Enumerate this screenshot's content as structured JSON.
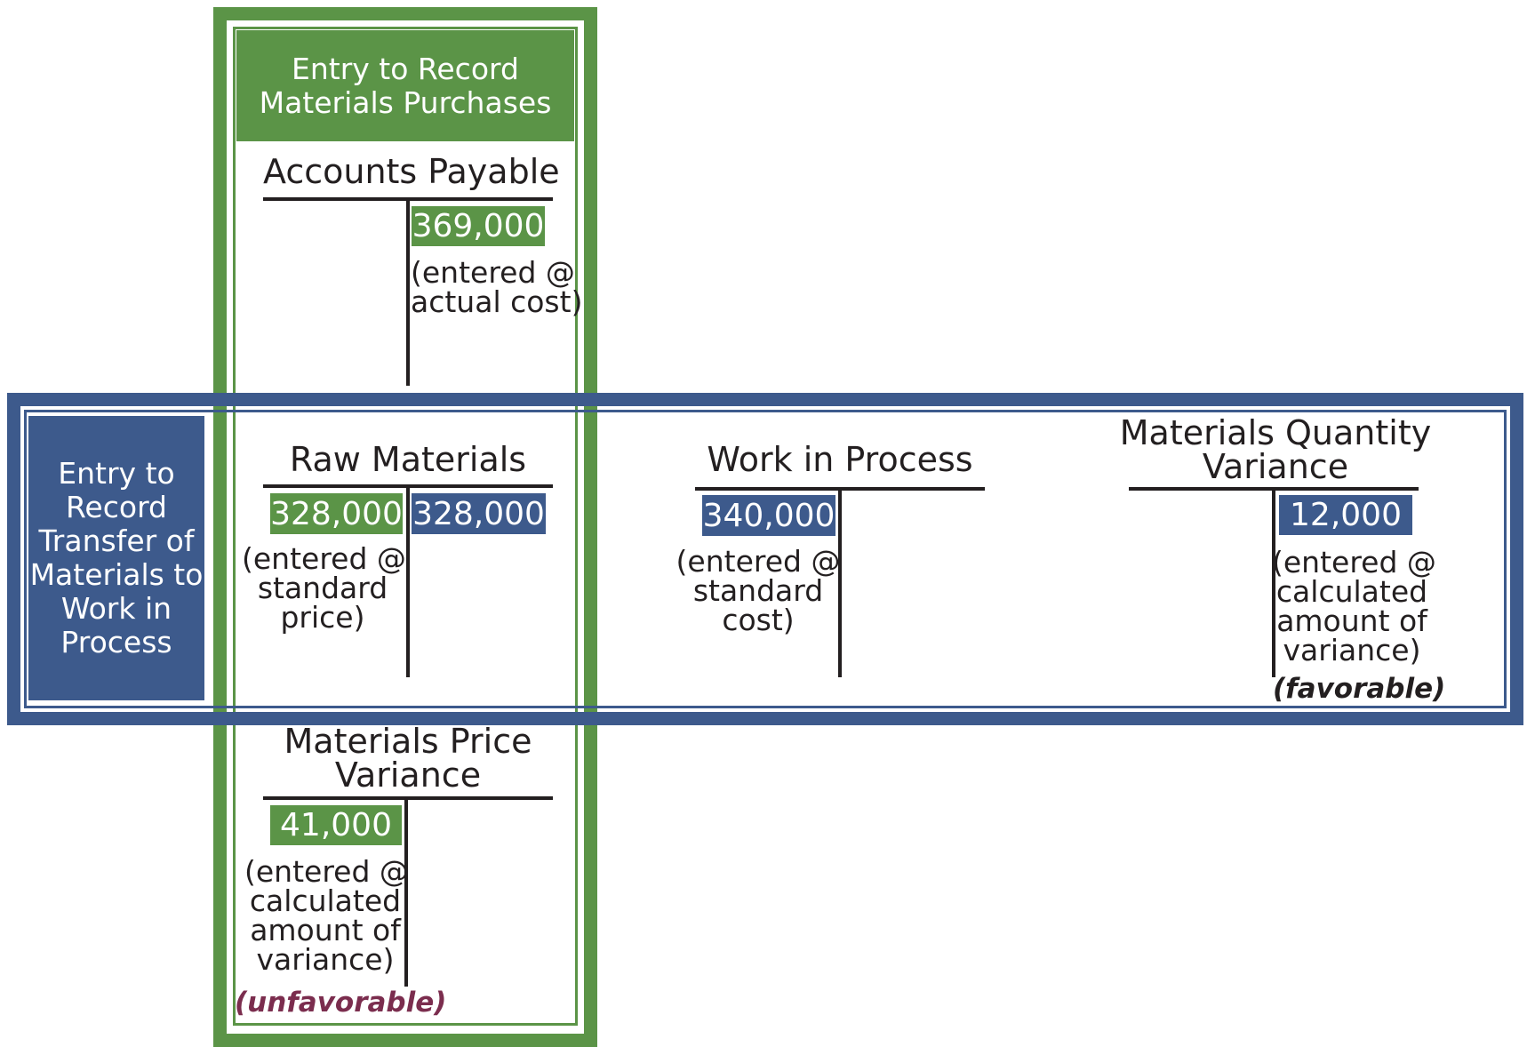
{
  "colors": {
    "green": "#5b9447",
    "blue": "#3d5a8c",
    "unfavorable": "#7b2d4e",
    "text": "#231f20"
  },
  "purchases_entry": {
    "label_lines": [
      "Entry to Record",
      "Materials Purchases"
    ],
    "accounts_payable": {
      "title": "Accounts Payable",
      "credit_amount": "369,000",
      "note_lines": [
        "(entered @",
        "actual cost)"
      ]
    }
  },
  "transfer_entry": {
    "label_lines": [
      "Entry to",
      "Record",
      "Transfer of",
      "Materials to",
      "Work in",
      "Process"
    ],
    "raw_materials": {
      "title": "Raw Materials",
      "debit_amount": "328,000",
      "credit_amount": "328,000",
      "note_lines": [
        "(entered @",
        "standard",
        "price)"
      ]
    },
    "work_in_process": {
      "title": "Work in Process",
      "debit_amount": "340,000",
      "note_lines": [
        "(entered @",
        "standard",
        "cost)"
      ]
    },
    "quantity_variance": {
      "title_lines": [
        "Materials Quantity",
        "Variance"
      ],
      "credit_amount": "12,000",
      "note_lines": [
        "(entered @",
        "calculated",
        "amount of",
        "variance)"
      ],
      "flag": "(favorable)"
    }
  },
  "price_variance": {
    "title_lines": [
      "Materials Price",
      "Variance"
    ],
    "debit_amount": "41,000",
    "note_lines": [
      "(entered @",
      "calculated",
      "amount of",
      "variance)"
    ],
    "flag": "(unfavorable)"
  }
}
